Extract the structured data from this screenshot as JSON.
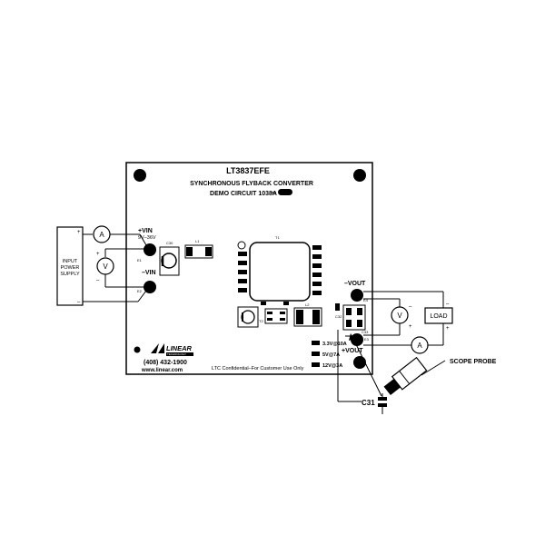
{
  "board": {
    "part_number": "LT3837EFE",
    "subtitle": "SYNCHRONOUS FLYBACK CONVERTER",
    "demo_circuit": "DEMO CIRCUIT 1038A",
    "vin_label": "+VIN",
    "vin_range": "9V–36V",
    "neg_vin_label": "–VIN",
    "neg_vout_label": "–VOUT",
    "pos_vout_label": "+VOUT",
    "phone": "(408) 432-1900",
    "website": "www.linear.com",
    "confidential": "LTC Confidential–For Customer Use Only",
    "logo_text": "LINEAR",
    "logo_sub": "TECHNOLOGY",
    "output_options": [
      "3.3V@10A",
      "5V@7A",
      "12V@3A"
    ]
  },
  "refdes": {
    "c30": "C30",
    "l1": "L1",
    "t1": "T1",
    "l2": "L2",
    "c6": "C6",
    "t2": "T2",
    "c32": "C32",
    "c33": "C33",
    "e1": "E1",
    "e2": "E2",
    "e4": "E4",
    "e3": "E3"
  },
  "external": {
    "supply_label": [
      "INPUT",
      "POWER",
      "SUPPLY"
    ],
    "supply_plus": "+",
    "supply_minus": "–",
    "ammeter": "A",
    "voltmeter": "V",
    "load": "LOAD",
    "scope_probe": "SCOPE PROBE",
    "c31": "C31",
    "plus": "+",
    "minus": "–"
  }
}
